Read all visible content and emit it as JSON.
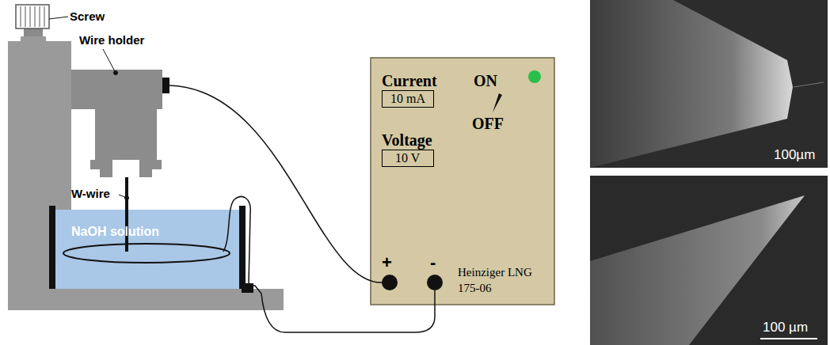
{
  "diagram": {
    "nodes": [
      {
        "text": [
          "NaOH solution"
        ]
      },
      {
        "text": [
          "Current",
          "ON",
          "OFF",
          "Voltage",
          "+",
          "-",
          "Heinziger LNG 175-06"
        ]
      },
      {
        "text": [
          "10 mA"
        ],
        "in": 1
      },
      {
        "text": [
          "10 V"
        ],
        "in": 1
      },
      {
        "text": [
          "100µm"
        ]
      },
      {
        "text": [
          "100 µm"
        ]
      }
    ],
    "edges": [
      {
        "from": 1,
        "to": 0,
        "arrow": "none"
      }
    ],
    "labels": [
      "Screw",
      "Wire holder",
      "W-wire"
    ]
  }
}
